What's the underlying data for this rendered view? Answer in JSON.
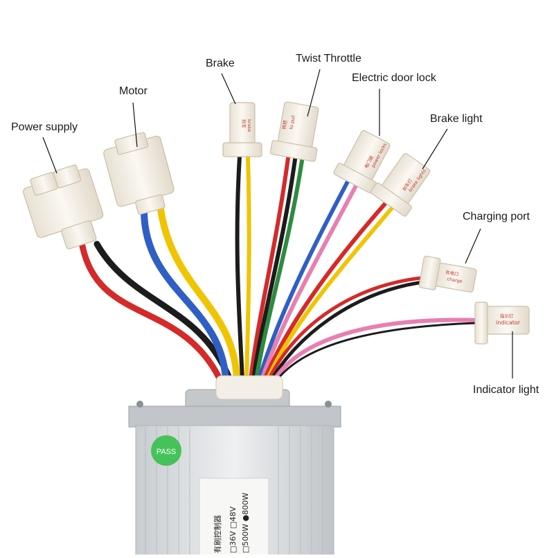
{
  "labels": {
    "power_supply": "Power supply",
    "motor": "Motor",
    "brake": "Brake",
    "twist_throttle": "Twist Throttle",
    "electric_door_lock": "Electric door lock",
    "brake_light": "Brake light",
    "charging_port": "Charging port",
    "indicator_light": "Indicator light"
  },
  "connector_tags": {
    "brake": "brake",
    "brake_cn": "刹车",
    "throttle": "to pull",
    "throttle_cn": "转把",
    "door_lock": "power locks",
    "door_lock_cn": "电门锁",
    "brake_lights": "brake lights",
    "brake_lights_cn": "刹车灯",
    "charge": "charge",
    "charge_cn": "充电口",
    "indicator": "indicator",
    "indicator_cn": "指示灯"
  },
  "controller": {
    "pass_sticker": "PASS",
    "title_cn": "有刷控制器",
    "voltage_row": "□36V  □48V",
    "power_row": "□500W ●800W"
  },
  "colors": {
    "red_wire": "#d42a2a",
    "black_wire": "#1c1c1c",
    "blue_wire": "#2f5fc4",
    "yellow_wire": "#f0c400",
    "green_wire": "#2e8b3e",
    "pink_wire": "#e77fb0",
    "connector": "#f4efe6",
    "housing": "#d9dcdf",
    "pass_green": "#46c25a"
  }
}
